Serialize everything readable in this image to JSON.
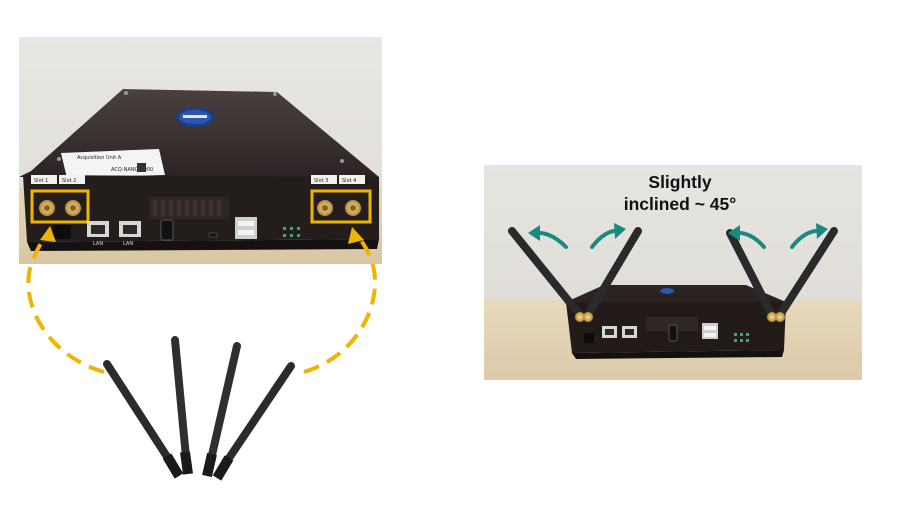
{
  "left_device": {
    "slot_labels": [
      "Slot 1",
      "Slot 2",
      "Slot 3",
      "Slot 4"
    ],
    "sticker_title": "Acquisition Unit A",
    "sticker_model": "ACQ-NANO-0000",
    "port_label_1": "LAN",
    "port_label_2": "LAN"
  },
  "annotation": {
    "line1": "Slightly",
    "line2": "inclined ~ 45°"
  },
  "colors": {
    "highlight_box": "#f0b400",
    "dashed_arc": "#f0b400",
    "tilt_arrows": "#1a8a80"
  }
}
